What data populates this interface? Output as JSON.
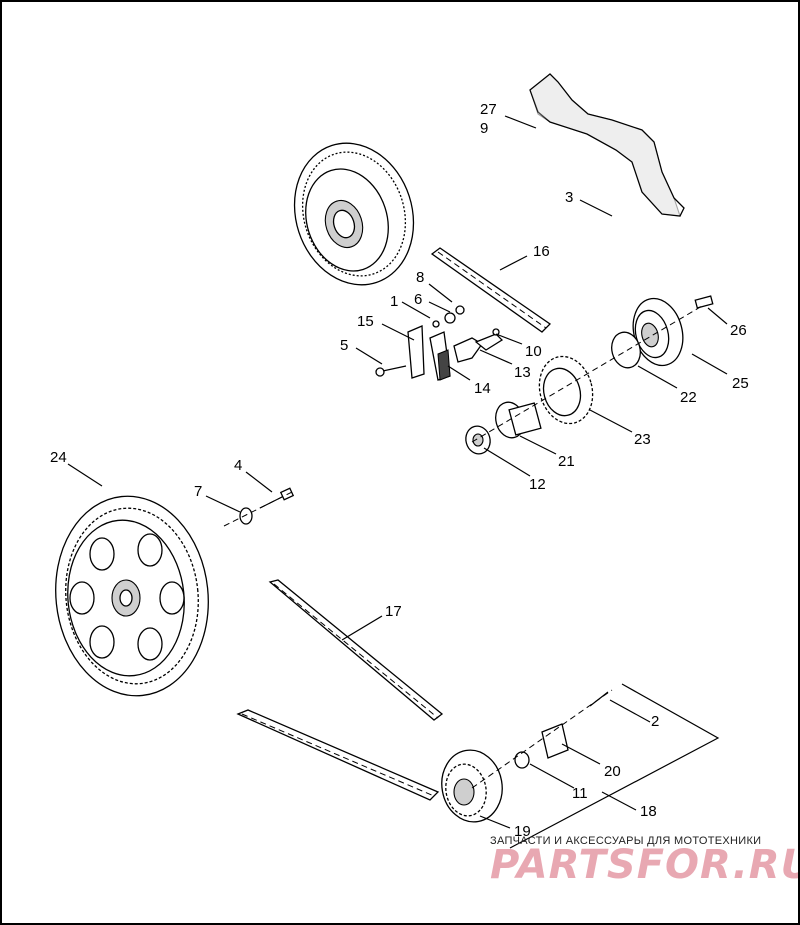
{
  "callouts": {
    "n1": "1",
    "n2": "2",
    "n3": "3",
    "n4": "4",
    "n5": "5",
    "n6": "6",
    "n7": "7",
    "n8": "8",
    "n9": "9",
    "n10": "10",
    "n11": "11",
    "n12": "12",
    "n13": "13",
    "n14": "14",
    "n15": "15",
    "n16": "16",
    "n17": "17",
    "n18": "18",
    "n19": "19",
    "n20": "20",
    "n21": "21",
    "n22": "22",
    "n23": "23",
    "n24": "24",
    "n25": "25",
    "n26": "26",
    "n27": "27"
  },
  "watermark": {
    "tagline": "ЗАПЧАСТИ И АКСЕССУАРЫ ДЛЯ МОТОТЕХНИКИ",
    "brand": "PARTSFOR.RU"
  },
  "colors": {
    "line": "#000000",
    "background": "#ffffff",
    "watermark": "#e8a8b2"
  }
}
